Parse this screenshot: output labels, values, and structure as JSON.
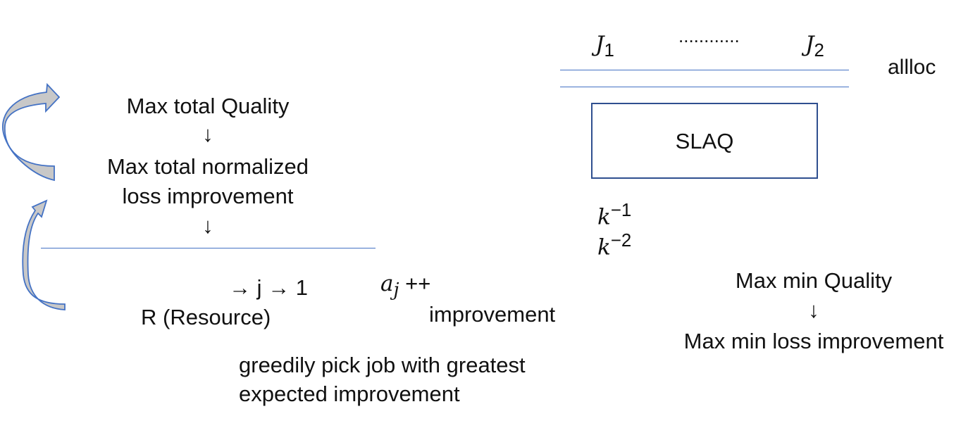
{
  "left": {
    "max_total_quality": "Max total Quality",
    "arrow1": "↓",
    "max_total_normalized": "Max total normalized",
    "loss_improvement": "loss improvement",
    "arrow2": "↓",
    "flow": "→ j → 1",
    "resource": "R (Resource)",
    "a_var": "a",
    "a_sub": "j",
    "a_inc": " ++",
    "improvement": "improvement",
    "greedy_line1": "greedily pick job with greatest",
    "greedy_line2": "expected improvement"
  },
  "right": {
    "j1_var": "J",
    "j1_sub": "1",
    "dots": "............",
    "j2_var": "J",
    "j2_sub": "2",
    "allloc": "allloc",
    "slaq": "SLAQ",
    "k1_var": "k",
    "k1_sup": "−1",
    "k2_var": "k",
    "k2_sup": "−2",
    "max_min_quality": "Max min Quality",
    "arrow": "↓",
    "max_min_loss": "Max min loss improvement"
  },
  "colors": {
    "line": "#4472c4",
    "box_border": "#2f4f8f",
    "arrow_fill": "#c8c8c8",
    "arrow_stroke": "#4472c4"
  }
}
